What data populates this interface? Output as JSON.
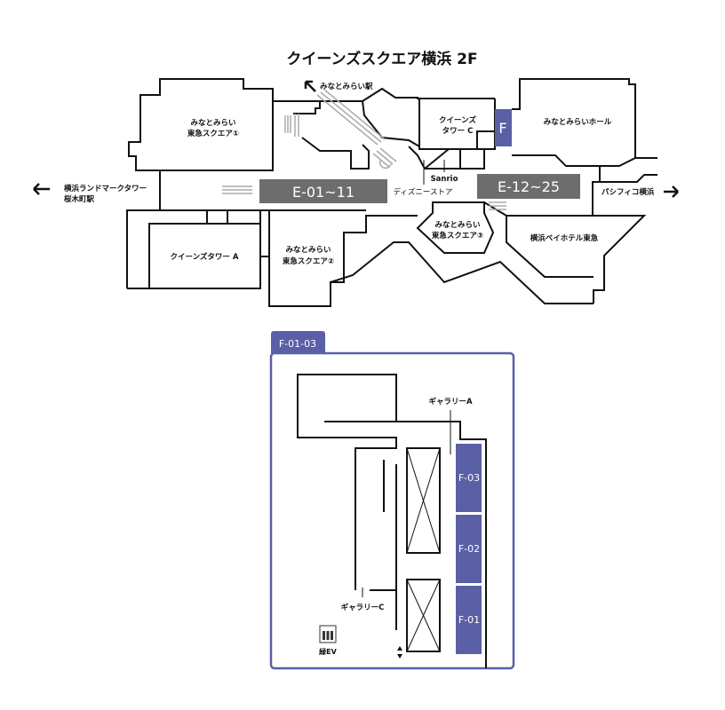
{
  "title": "クイーンズスクエア横浜 2F",
  "colors": {
    "accent": "#5b5fa6",
    "block": "#6d6d6d",
    "wall": "#111111"
  },
  "top_map": {
    "station_label": "みなとみらい駅",
    "left_exit": {
      "line1": "横浜ランドマークタワー",
      "line2": "桜木町駅"
    },
    "right_exit": "パシフィコ横浜",
    "buildings": {
      "square1": {
        "line1": "みなとみらい",
        "line2": "東急スクエア①"
      },
      "square2": {
        "line1": "みなとみらい",
        "line2": "東急スクエア②"
      },
      "square3": {
        "line1": "みなとみらい",
        "line2": "東急スクエア③"
      },
      "tower_a": "クイーンズタワー A",
      "tower_c": {
        "line1": "クイーンズ",
        "line2": "タワー C"
      },
      "hall": "みなとみらいホール",
      "hotel": "横浜ベイホテル東急"
    },
    "shops": {
      "sanrio": "Sanrio",
      "disney": "ディズニーストア"
    },
    "blocks": {
      "e1": "E-01~11",
      "e2": "E-12~25",
      "f": "F"
    }
  },
  "inset": {
    "tab": "F-01-03",
    "gallery_a": "ギャラリーA",
    "gallery_c": "ギャラリーC",
    "ev_label": "緑EV",
    "units": [
      "F-03",
      "F-02",
      "F-01"
    ]
  }
}
